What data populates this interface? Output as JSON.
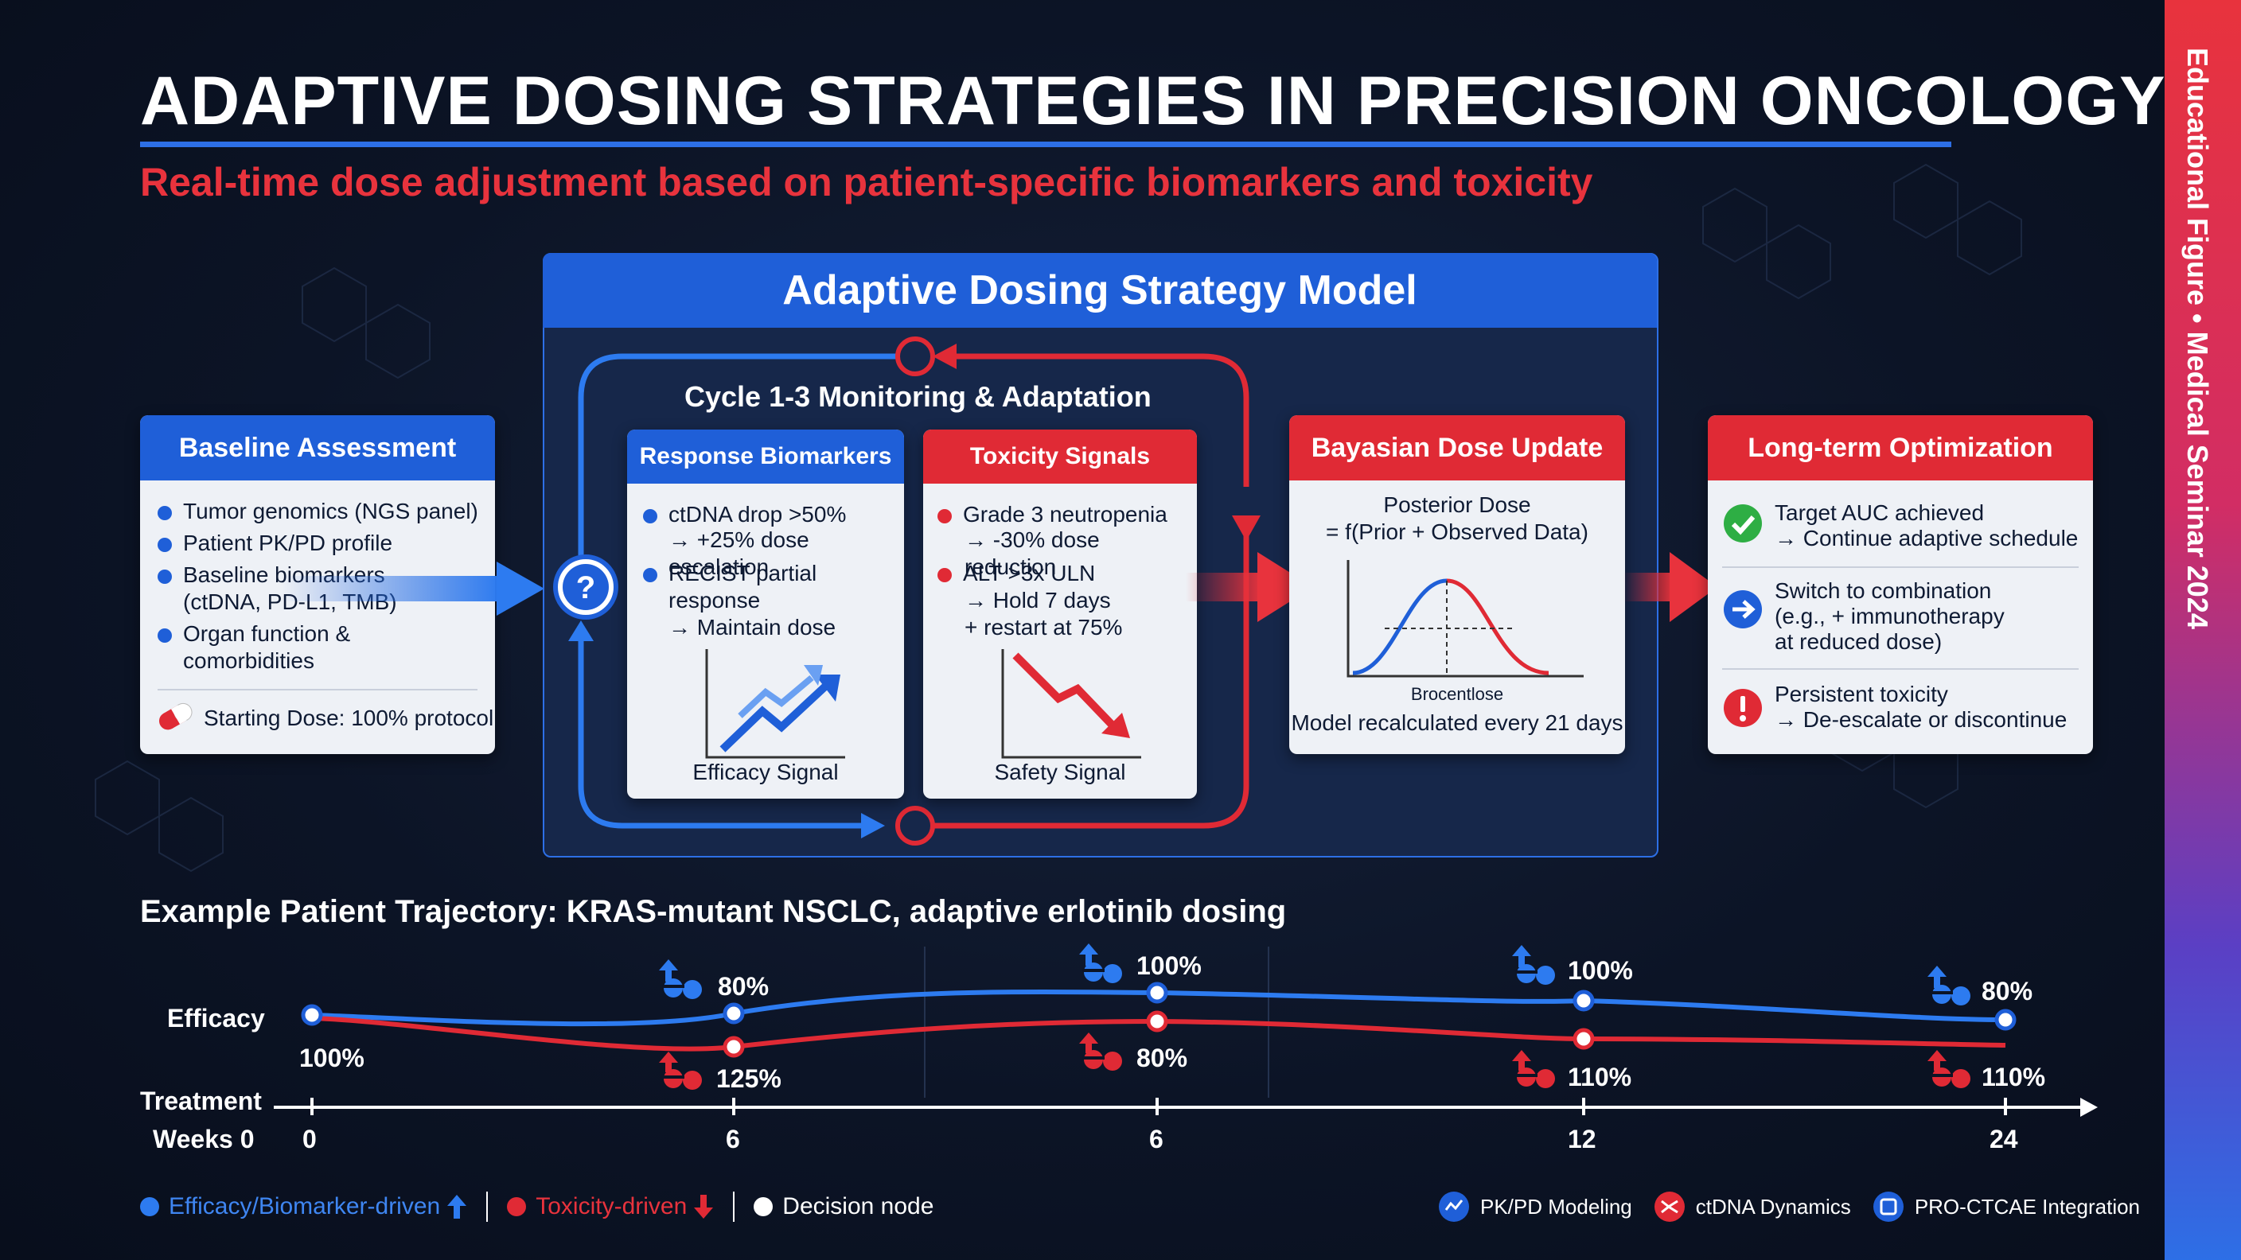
{
  "header": {
    "title": "ADAPTIVE DOSING STRATEGIES IN PRECISION ONCOLOGY",
    "subtitle": "Real-time dose adjustment based on patient-specific biomarkers and toxicity",
    "side_label": "Educational Figure • Medical Seminar 2024"
  },
  "colors": {
    "blue": "#1f5fd8",
    "red": "#e02a35",
    "background": "#0c1426",
    "card": "#eef1f6"
  },
  "baseline": {
    "title": "Baseline Assessment",
    "items": [
      "Tumor genomics (NGS panel)",
      "Patient PK/PD profile",
      "Baseline biomarkers",
      "(ctDNA, PD-L1, TMB)",
      "Organ function &",
      "comorbidities"
    ],
    "starting_dose": "Starting Dose: 100% protocol",
    "icon": "pill-icon"
  },
  "model": {
    "title": "Adaptive Dosing Strategy Model",
    "cycle_label": "Cycle 1-3 Monitoring & Adaptation",
    "decision_icon": "question-icon",
    "response": {
      "title": "Response Biomarkers",
      "line1": "ctDNA drop >50%",
      "line2": "→ +25% dose escalation",
      "line3": "RECIST partial",
      "line4": "response",
      "line5": "→ Maintain dose",
      "chart_label": "Efficacy Signal"
    },
    "toxicity": {
      "title": "Toxicity Signals",
      "line1": "Grade 3 neutropenia",
      "line2": "→ -30% dose reduction",
      "line3": "ALT >3x ULN",
      "line4": "→ Hold 7 days",
      "line5": "+ restart at 75%",
      "chart_label": "Safety Signal"
    }
  },
  "bayes": {
    "title": "Bayasian Dose Update",
    "line1": "Posterior Dose",
    "line2": "= f(Prior + Observed Data)",
    "axis_label": "Brocentlose",
    "note": "Model recalculated every 21 days"
  },
  "longterm": {
    "title": "Long-term Optimization",
    "items": [
      {
        "icon": "check-icon",
        "line1": "Target AUC achieved",
        "line2": "→ Continue adaptive schedule",
        "line3": ""
      },
      {
        "icon": "arrow-right-icon",
        "line1": "Switch to combination",
        "line2": "(e.g., + immunotherapy",
        "line3": "at reduced dose)"
      },
      {
        "icon": "alert-icon",
        "line1": "Persistent toxicity",
        "line2": "→ De-escalate or discontinue",
        "line3": ""
      }
    ]
  },
  "trajectory": {
    "title": "Example Patient Trajectory: KRAS-mutant NSCLC, adaptive erlotinib dosing",
    "row_efficacy": "Efficacy",
    "row_treatment": "Treatment",
    "row_weeks": "Weeks 0",
    "week_ticks": [
      "0",
      "6",
      "6",
      "12",
      "24"
    ],
    "efficacy_labels": [
      "100%",
      "80%",
      "100%",
      "100%",
      "80%"
    ],
    "toxicity_labels": [
      "125%",
      "80%",
      "110%",
      "110%"
    ],
    "efficacy_icons": [
      "dose-up-icon",
      "dose-up-icon",
      "dose-up-icon",
      "dose-up-icon"
    ],
    "toxicity_icons": [
      "dose-down-icon",
      "dose-down-icon",
      "dose-down-icon",
      "dose-down-icon"
    ]
  },
  "legend": {
    "efficacy": "Efficacy/Biomarker-driven",
    "toxicity": "Toxicity-driven",
    "decision": "Decision node",
    "tools": [
      "PK/PD Modeling",
      "ctDNA Dynamics",
      "PRO-CTCAE Integration"
    ]
  }
}
